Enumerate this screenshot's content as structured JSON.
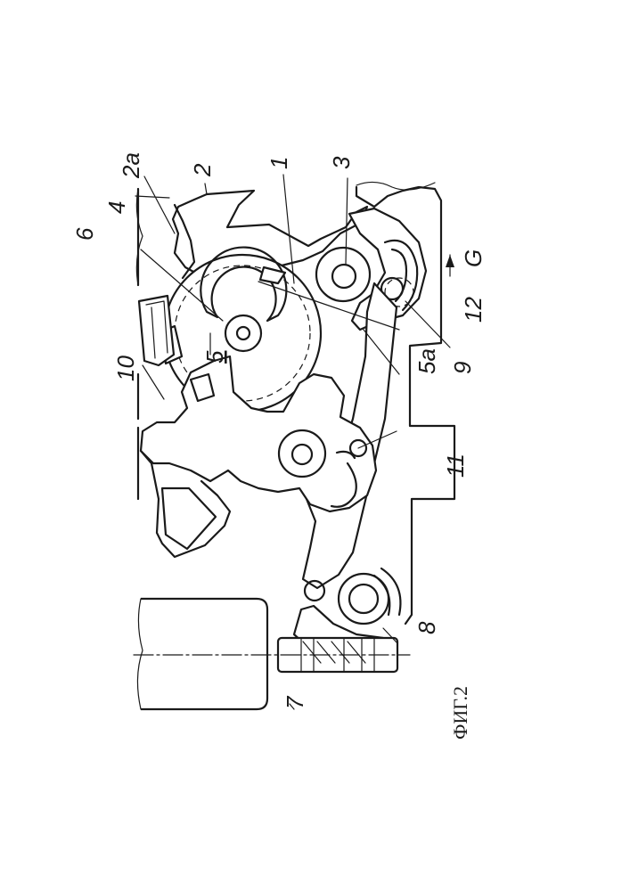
{
  "figure": {
    "caption": "ФИГ.2",
    "labels": {
      "l1": "1",
      "l2": "2",
      "l2a": "2a",
      "l3": "3",
      "l4": "4",
      "l5": "5",
      "l5a": "5a",
      "l6": "6",
      "l7": "7",
      "l8": "8",
      "l9": "9",
      "l10": "10",
      "l11": "11",
      "l12": "12",
      "lG": "G"
    }
  }
}
